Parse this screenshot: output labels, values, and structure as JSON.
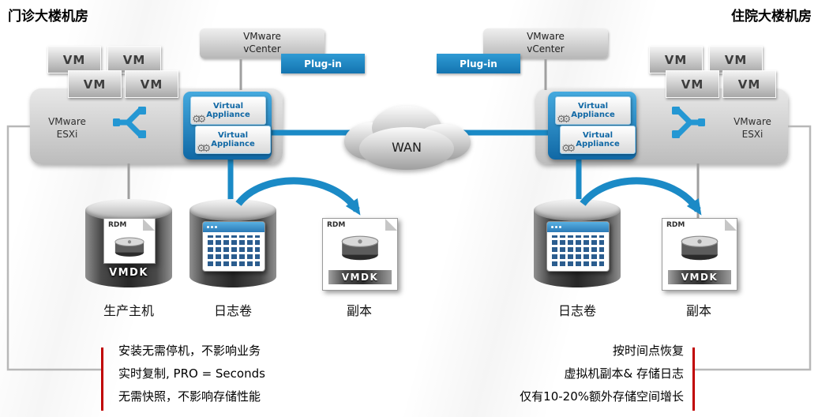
{
  "titles": {
    "left": "门诊大楼机房",
    "right": "住院大楼机房"
  },
  "labels": {
    "vcenter": [
      "VMware",
      "vCenter"
    ],
    "plugin": "Plug-in",
    "esxi": [
      "VMware",
      "ESXi"
    ],
    "appliance": [
      "Virtual",
      "Appliance"
    ],
    "wan": "WAN",
    "rdm": "RDM",
    "vmdk": "VMDK"
  },
  "icons": {
    "gears": "⚙⚙"
  },
  "sites": {
    "left": {
      "vms": [
        "VM",
        "VM",
        "VM",
        "VM"
      ]
    },
    "right": {
      "vms": [
        "VM",
        "VM",
        "VM",
        "VM"
      ]
    }
  },
  "storage": {
    "production_label": "生产主机",
    "log_left_label": "日志卷",
    "replica_left_label": "副本",
    "log_right_label": "日志卷",
    "replica_right_label": "副本"
  },
  "notes": {
    "left": [
      "安装无需停机，不影响业务",
      "实时复制, PRO = Seconds",
      "无需快照，不影响存储性能"
    ],
    "right": [
      "按时间点恢复",
      "虚拟机副本& 存储日志",
      "仅有10-20%额外存储空间增长"
    ]
  },
  "colors": {
    "accent_blue": "#1b8ac6",
    "note_red": "#c00000"
  }
}
